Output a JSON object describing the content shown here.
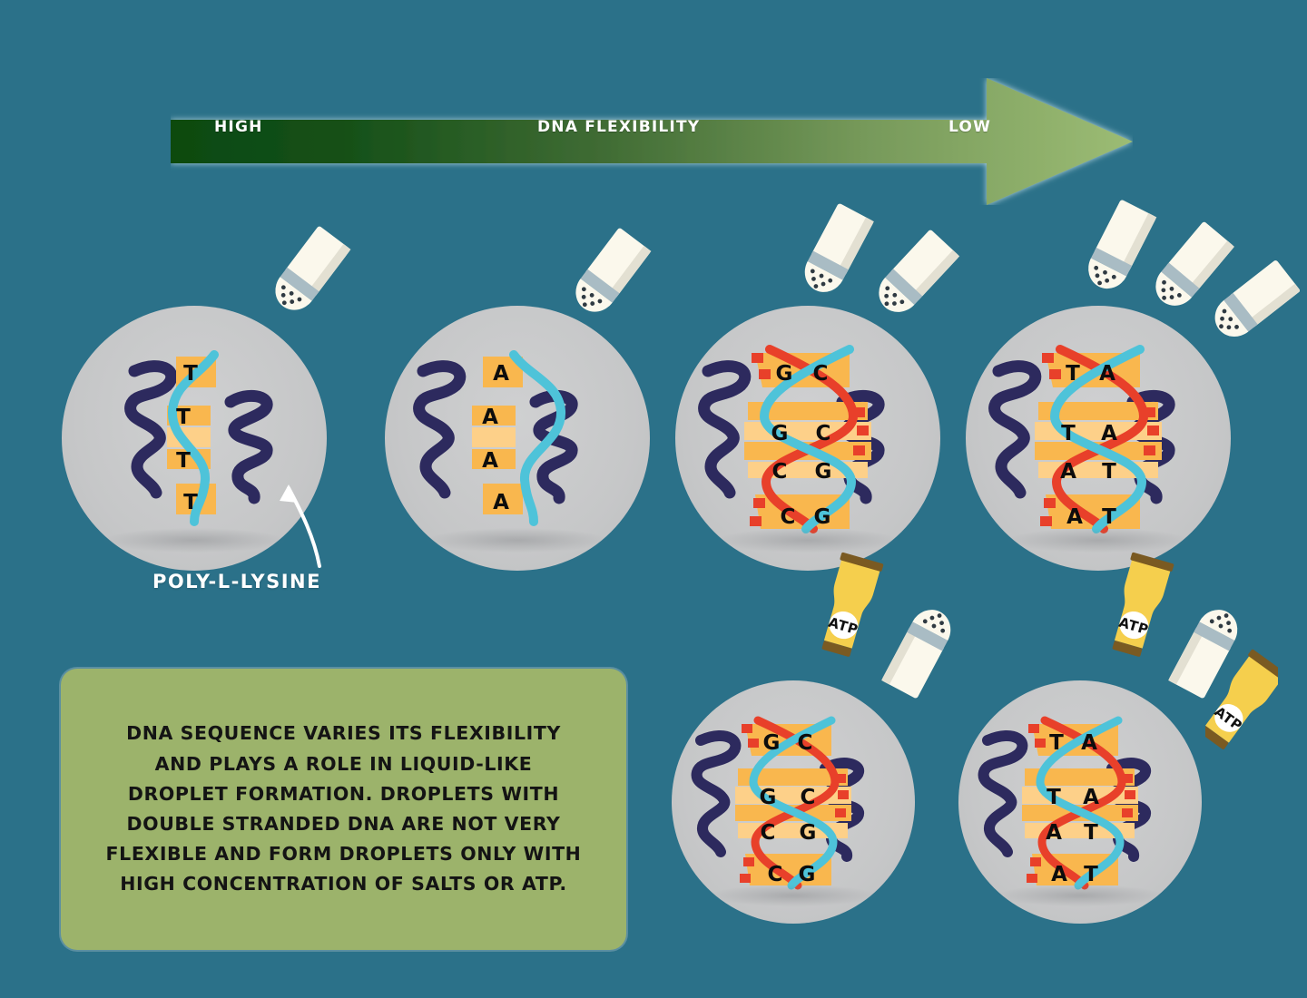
{
  "background_color": "#2b7189",
  "arrow": {
    "left_label": "HIGH",
    "center_label": "DNA FLEXIBILITY",
    "right_label": "LOW",
    "gradient_start": "#0b4a10",
    "gradient_end": "#9cbc74"
  },
  "callout": {
    "label": "POLY-L-LYSINE"
  },
  "infobox": {
    "background": "#9cb36b",
    "text": "DNA SEQUENCE VARIES ITS FLEXIBILITY AND PLAYS A ROLE IN LIQUID-LIKE DROPLET FORMATION. DROPLETS WITH DOUBLE STRANDED DNA ARE NOT VERY FLEXIBLE AND FORM DROPLETS ONLY WITH HIGH CONCENTRATION OF SALTS OR ATP."
  },
  "colors": {
    "droplet_grey": "#c6c7c8",
    "polylysine_navy": "#2d2a5e",
    "dna_strand_cyan": "#4ec3d9",
    "dna_strand_red": "#e8402a",
    "base_orange": "#f9b74e",
    "base_orange_light": "#fdd089",
    "salt_body": "#fbf8ec",
    "salt_cap": "#a9bcc4",
    "atp_bottle": "#f5cf4d",
    "atp_cap": "#7a5a22"
  },
  "droplets": [
    {
      "id": "droplet-1",
      "dna_type": "single-stranded",
      "bases": [
        "T",
        "T",
        "T",
        "T"
      ],
      "salt_shakers": 1,
      "atp_bottles": 0,
      "flipped": false
    },
    {
      "id": "droplet-2",
      "dna_type": "single-stranded",
      "bases": [
        "A",
        "A",
        "A",
        "A"
      ],
      "salt_shakers": 1,
      "atp_bottles": 0,
      "flipped": true
    },
    {
      "id": "droplet-3",
      "dna_type": "double-stranded",
      "base_pairs": [
        [
          "G",
          "C"
        ],
        [
          "G",
          "C"
        ],
        [
          "C",
          "G"
        ],
        [
          "C",
          "G"
        ]
      ],
      "salt_shakers": 2,
      "atp_bottles": 0,
      "flipped": false
    },
    {
      "id": "droplet-4",
      "dna_type": "double-stranded",
      "base_pairs": [
        [
          "T",
          "A"
        ],
        [
          "T",
          "A"
        ],
        [
          "A",
          "T"
        ],
        [
          "A",
          "T"
        ]
      ],
      "salt_shakers": 3,
      "atp_bottles": 0,
      "flipped": false
    },
    {
      "id": "droplet-5",
      "dna_type": "double-stranded",
      "base_pairs": [
        [
          "G",
          "C"
        ],
        [
          "G",
          "C"
        ],
        [
          "C",
          "G"
        ],
        [
          "C",
          "G"
        ]
      ],
      "salt_shakers": 1,
      "atp_bottles": 1,
      "flipped": false
    },
    {
      "id": "droplet-6",
      "dna_type": "double-stranded",
      "base_pairs": [
        [
          "T",
          "A"
        ],
        [
          "T",
          "A"
        ],
        [
          "A",
          "T"
        ],
        [
          "A",
          "T"
        ]
      ],
      "salt_shakers": 1,
      "atp_bottles": 2,
      "flipped": false
    }
  ],
  "reagents": {
    "atp_label": "ATP"
  }
}
